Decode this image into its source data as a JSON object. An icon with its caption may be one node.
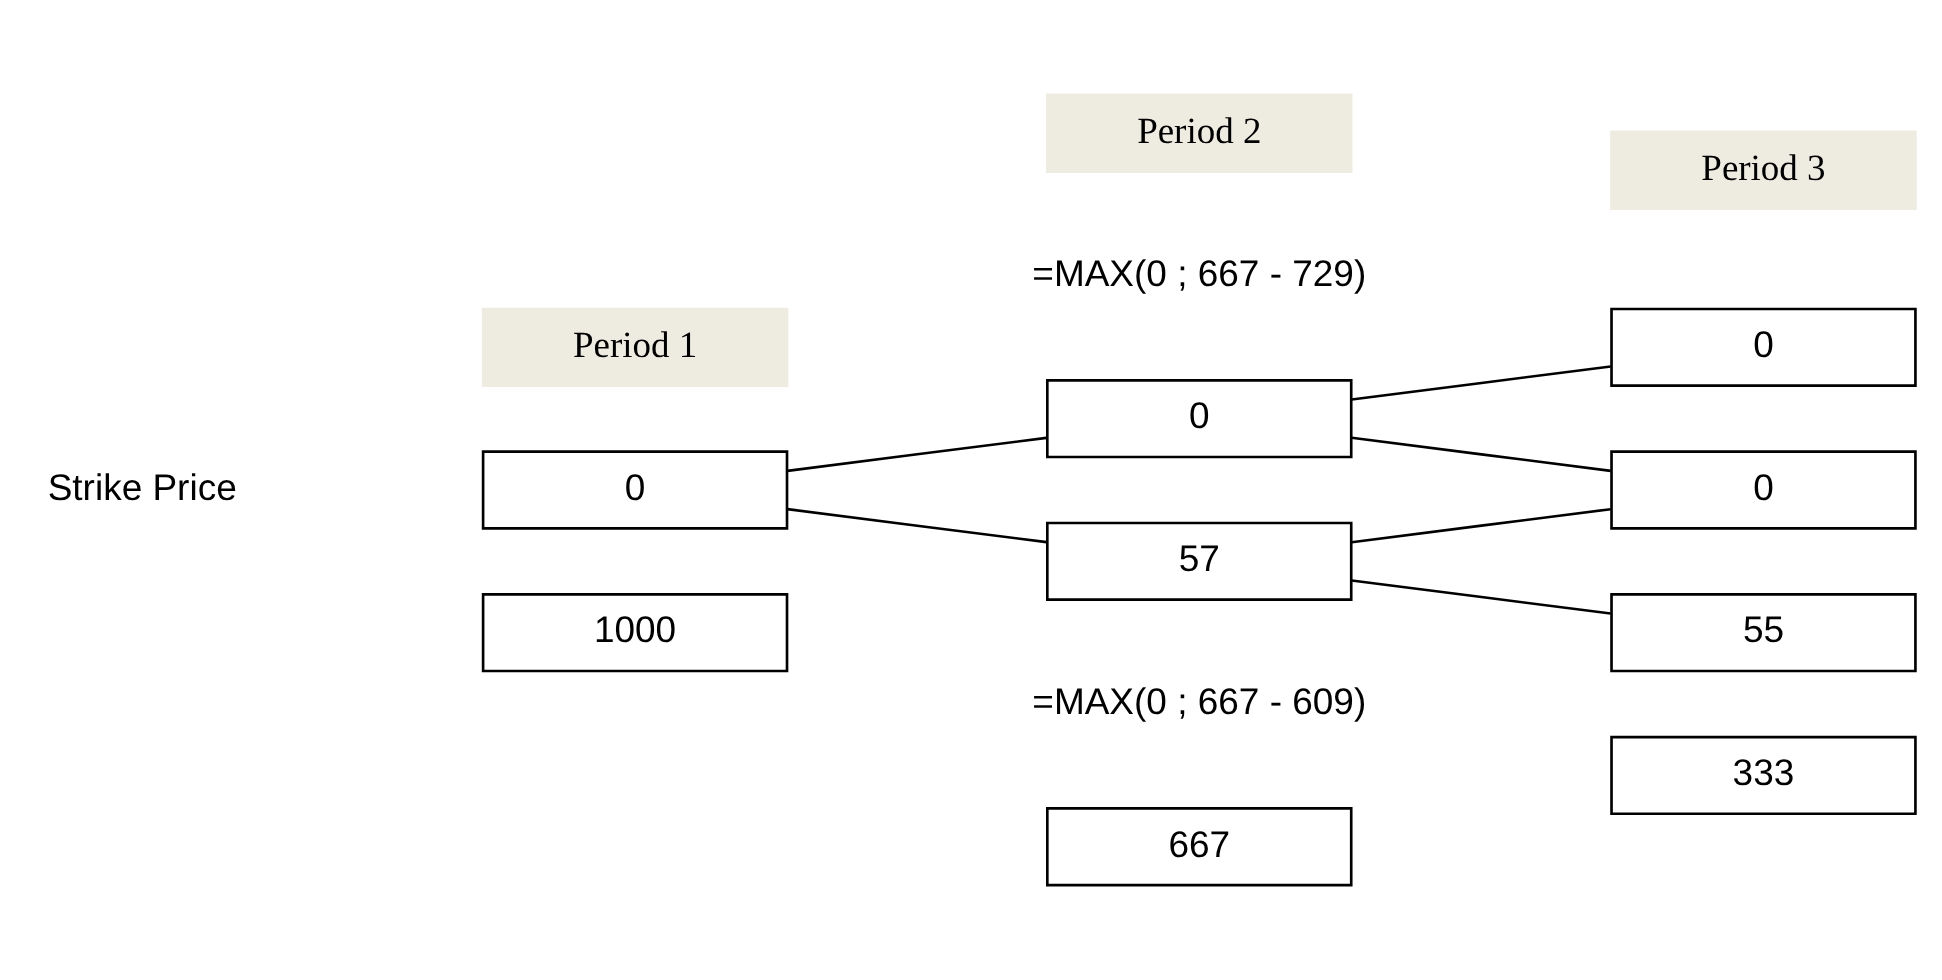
{
  "diagram": {
    "nodes": [
      {
        "text": [
          "Period 1"
        ]
      },
      {
        "text": [
          "Period 2"
        ]
      },
      {
        "text": [
          "Period 3"
        ]
      },
      {
        "text": [
          "0"
        ]
      },
      {
        "text": [
          "0"
        ]
      },
      {
        "text": [
          "57"
        ]
      },
      {
        "text": [
          "0"
        ]
      },
      {
        "text": [
          "0"
        ]
      },
      {
        "text": [
          "55"
        ]
      },
      {
        "text": [
          "1000"
        ]
      },
      {
        "text": [
          "667"
        ]
      },
      {
        "text": [
          "333"
        ]
      }
    ],
    "edges": [
      {
        "from": 3,
        "to": 4,
        "arrow": "none"
      },
      {
        "from": 3,
        "to": 5,
        "arrow": "none"
      },
      {
        "from": 4,
        "to": 6,
        "arrow": "none"
      },
      {
        "from": 4,
        "to": 7,
        "arrow": "none"
      },
      {
        "from": 5,
        "to": 7,
        "arrow": "none"
      },
      {
        "from": 5,
        "to": 8,
        "arrow": "none"
      }
    ],
    "labels": [
      "=MAX(0 ; 667 - 729)",
      "=MAX(0 ; 667 - 609)",
      "Strike Price"
    ]
  }
}
